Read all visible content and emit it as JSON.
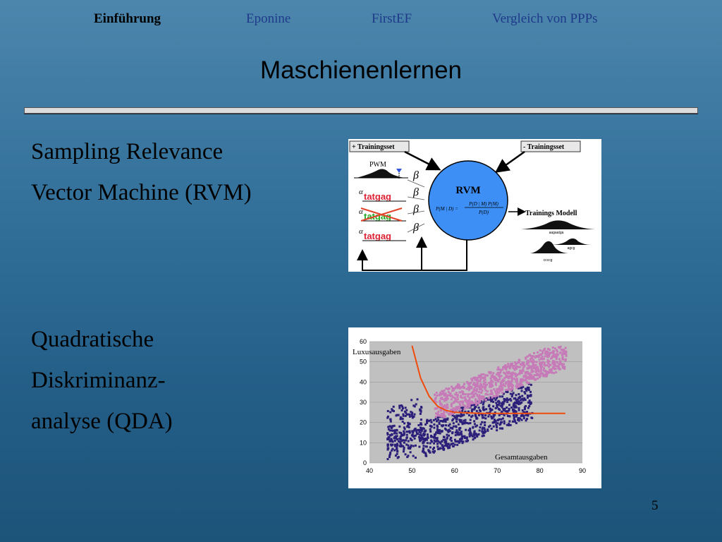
{
  "nav": [
    {
      "label": "Einführung",
      "active": true
    },
    {
      "label": "Eponine",
      "active": false
    },
    {
      "label": "FirstEF",
      "active": false
    },
    {
      "label": "Vergleich von PPPs",
      "active": false
    }
  ],
  "title": "Maschienenlernen",
  "section1": {
    "lines": [
      "Sampling Relevance",
      "Vector Machine (RVM)"
    ]
  },
  "section2": {
    "lines": [
      "Quadratische",
      "Diskriminanz-",
      "analyse (QDA)"
    ]
  },
  "rvm_figure": {
    "pos_trainingsset": "+ Trainingsset",
    "neg_trainingsset": "- Trainingsset",
    "pwm": "PWM",
    "alpha": "α",
    "beta": "β",
    "logo_letters": "tatgag",
    "rvm_label": "RVM",
    "formula_lhs": "P(M | D) =",
    "formula_num": "P(D | M) P(M)",
    "formula_den": "P(D)",
    "model_label": "Trainings Modell",
    "model_seqs": [
      "aagaatga",
      "agcg",
      "ccccg"
    ],
    "colors": {
      "circle": "#3d8ff5",
      "arrow": "#000000"
    }
  },
  "qda_figure": {
    "ylabel": "Luxusausgaben",
    "xlabel": "Gesamtausgaben",
    "colors": {
      "plot_bg": "#c0c0c0",
      "class1": "#2b1f7a",
      "class2": "#c77ab8",
      "boundary": "#f04b0c"
    }
  },
  "chart_data": {
    "type": "scatter",
    "title": "",
    "xlabel": "Gesamtausgaben",
    "ylabel": "Luxusausgaben",
    "xlim": [
      40,
      90
    ],
    "ylim": [
      0,
      60
    ],
    "xticks": [
      40,
      50,
      60,
      70,
      80,
      90
    ],
    "yticks": [
      0,
      10,
      20,
      30,
      40,
      50,
      60
    ],
    "grid": true,
    "series": [
      {
        "color": "#2b1f7a",
        "region": {
          "x": [
            44,
            78
          ],
          "y": [
            3,
            40
          ]
        }
      },
      {
        "color": "#c77ab8",
        "region": {
          "x": [
            55,
            86
          ],
          "y": [
            23,
            58
          ]
        }
      }
    ],
    "boundary": {
      "x": [
        50,
        52,
        54,
        56,
        58,
        60,
        63,
        66,
        70,
        75,
        80,
        86
      ],
      "y": [
        58,
        42,
        33,
        28,
        26,
        25,
        24.8,
        24.5,
        24.5,
        24.5,
        24.5,
        24.5
      ]
    }
  },
  "page_number": "5"
}
